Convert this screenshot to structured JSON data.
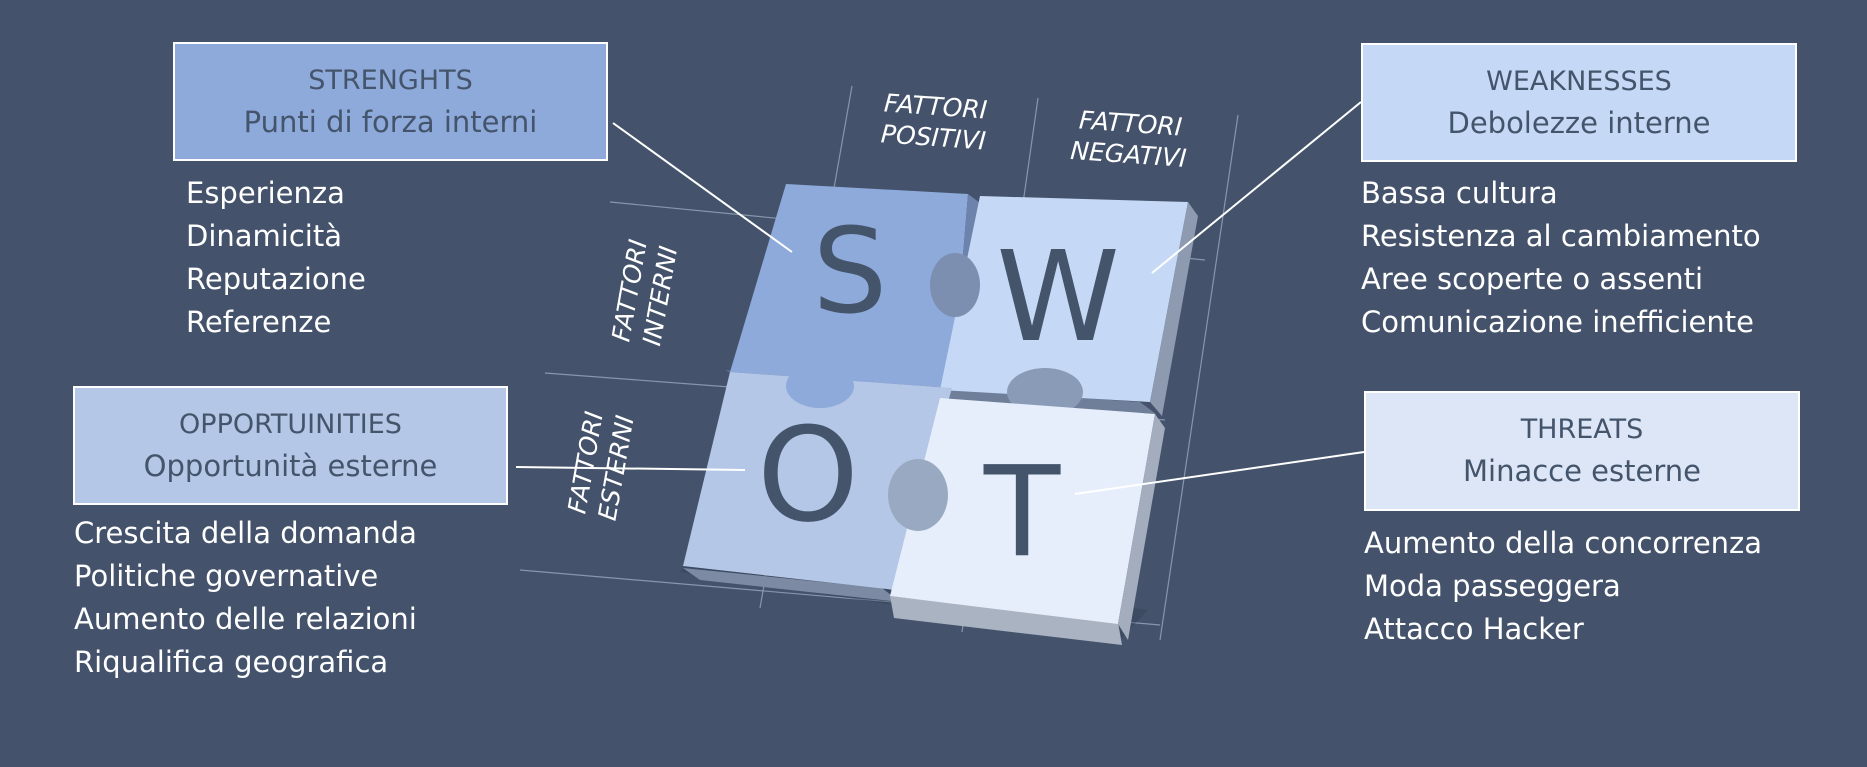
{
  "strengths": {
    "title": "STRENGHTS",
    "subtitle": "Punti di forza interni",
    "items": [
      "Esperienza",
      "Dinamicità",
      "Reputazione",
      "Referenze"
    ]
  },
  "weaknesses": {
    "title": "WEAKNESSES",
    "subtitle": "Debolezze interne",
    "items": [
      "Bassa cultura",
      "Resistenza al cambiamento",
      "Aree scoperte o assenti",
      "Comunicazione inefficiente"
    ]
  },
  "opportunities": {
    "title": "OPPORTUINITIES",
    "subtitle": "Opportunità esterne",
    "items": [
      "Crescita della domanda",
      "Politiche governative",
      "Aumento delle relazioni",
      "Riqualifica geografica"
    ]
  },
  "threats": {
    "title": "THREATS",
    "subtitle": "Minacce esterne",
    "items": [
      "Aumento della concorrenza",
      "Moda passeggera",
      "Attacco Hacker"
    ]
  },
  "axes": {
    "positive": [
      "FATTORI",
      "POSITIVI"
    ],
    "negative": [
      "FATTORI",
      "NEGATIVI"
    ],
    "internal": [
      "FATTORI",
      "INTERNI"
    ],
    "external": [
      "FATTORI",
      "ESTERNI"
    ]
  },
  "puzzle": {
    "s": "S",
    "w": "W",
    "o": "O",
    "t": "T"
  },
  "colors": {
    "background": "#44536b",
    "strengths": "#8eaadb",
    "weaknesses": "#c5d9f7",
    "opportunities": "#b4c7e7",
    "threats": "#e7eefb",
    "piece_text": "#44546a"
  }
}
